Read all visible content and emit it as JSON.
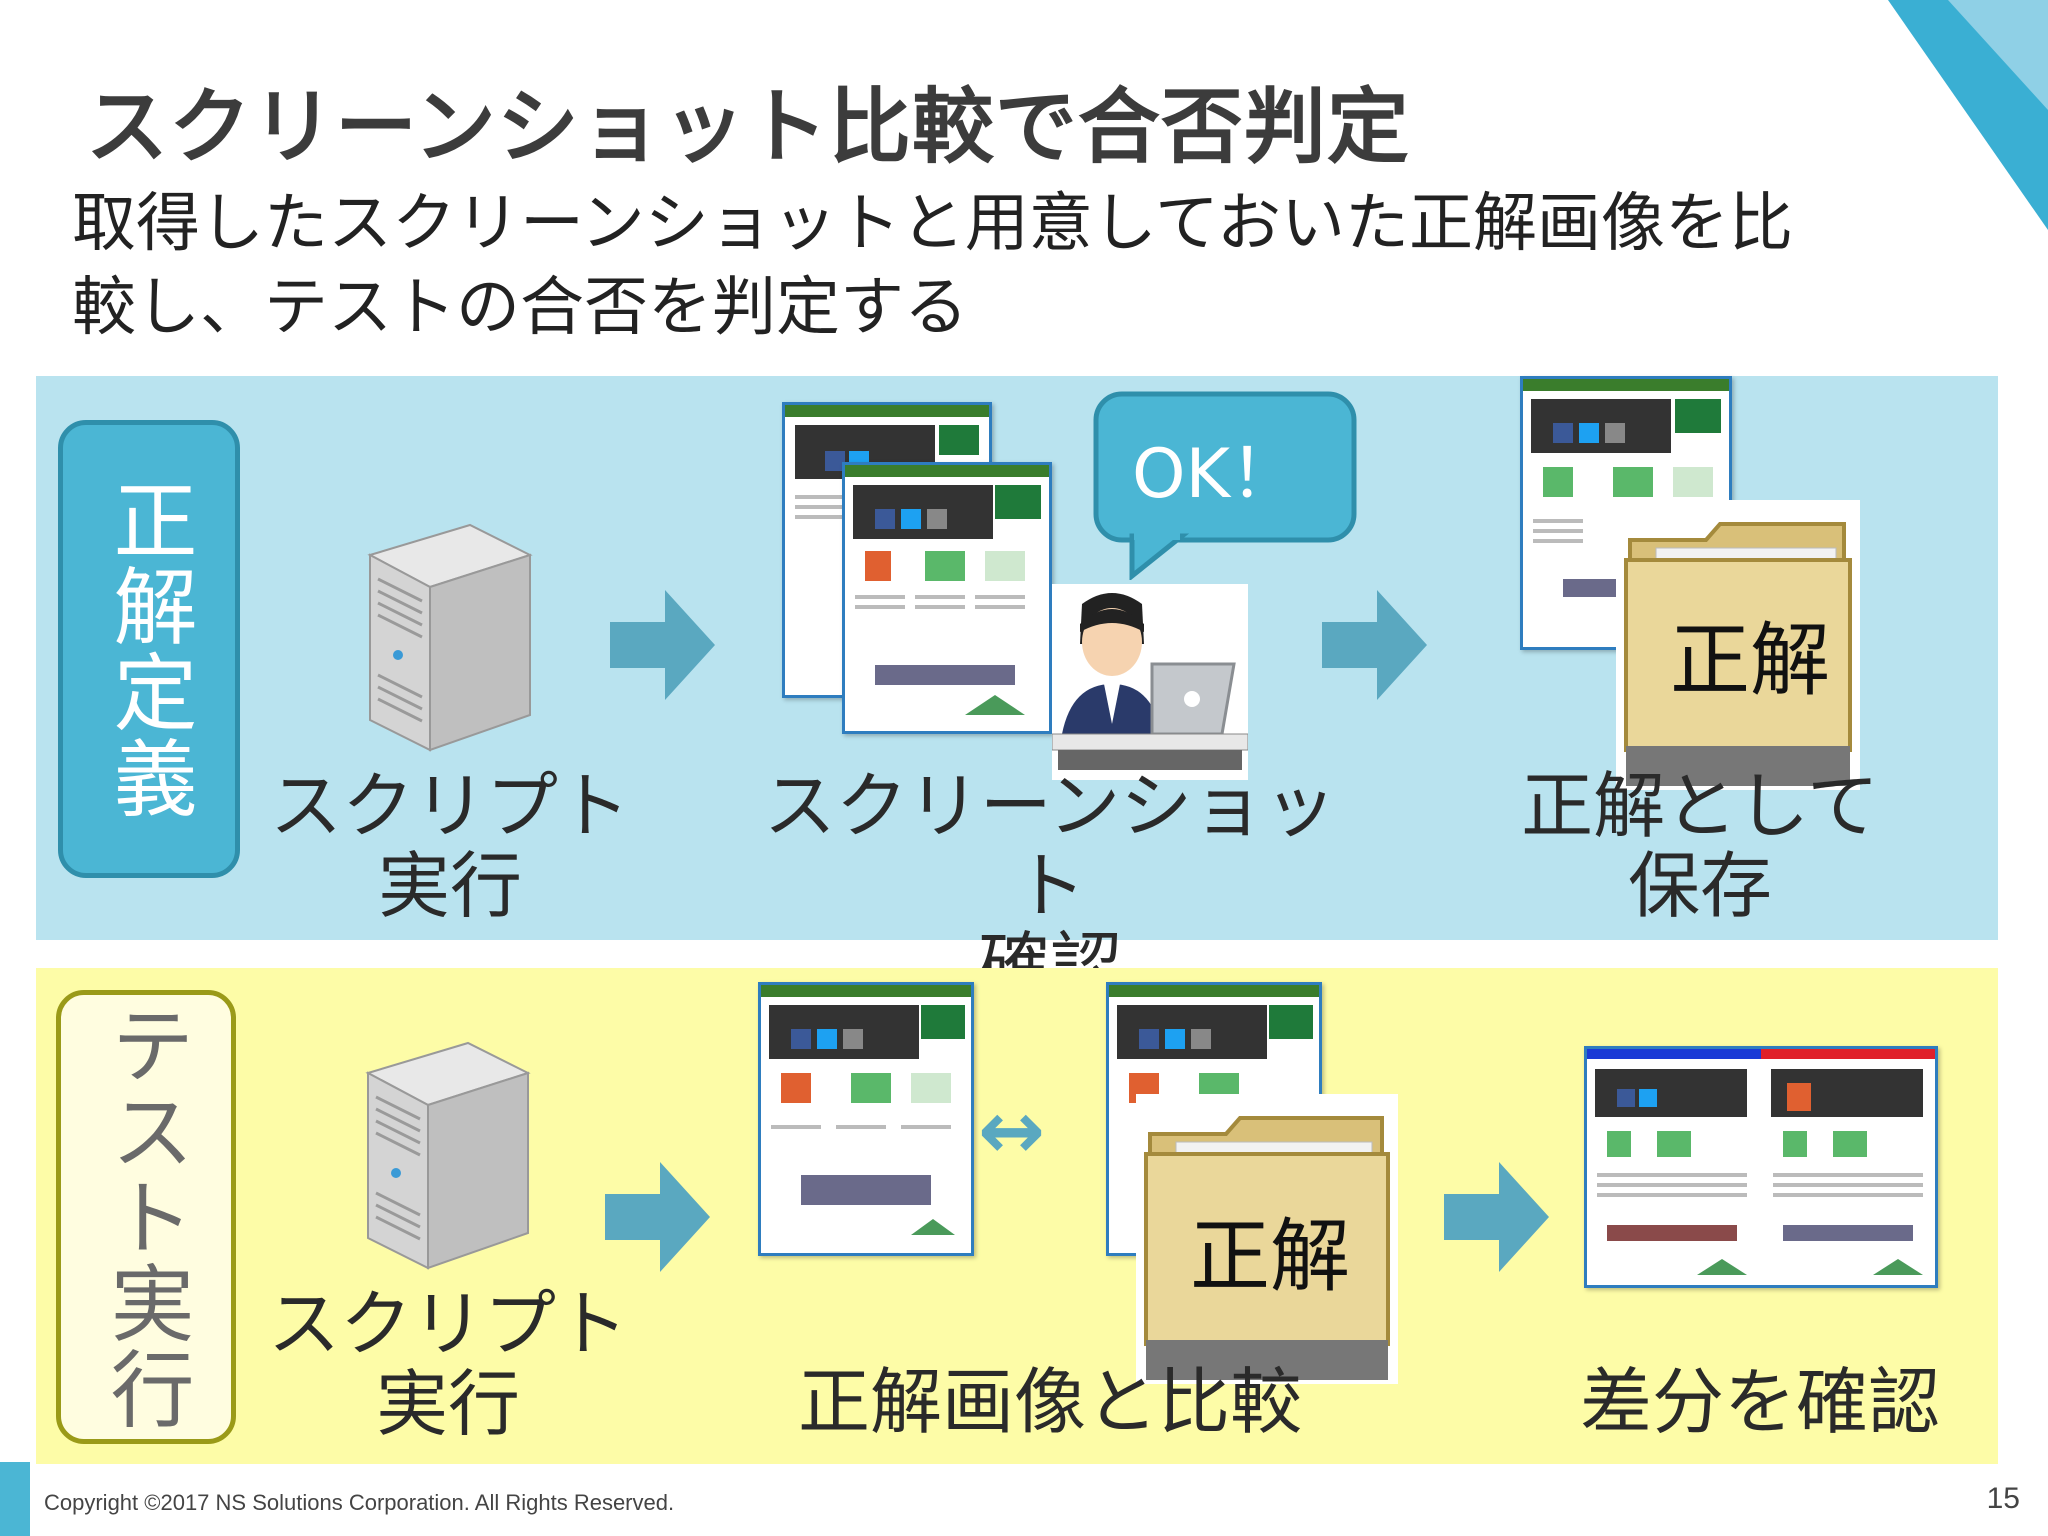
{
  "slide": {
    "title": "スクリーンショット比較で合否判定",
    "subtitle_line1": "取得したスクリーンショットと用意しておいた正解画像を比",
    "subtitle_line2": "較し、テストの合否を判定する",
    "footer": "Copyright ©2017 NS Solutions Corporation. All Rights Reserved.",
    "page_number": "15"
  },
  "definition_row": {
    "label": "正解定義",
    "step1_caption": "スクリプト\n実行",
    "step2_caption": "スクリーンショット\n確認",
    "bubble_text": "OK！",
    "step3_caption": "正解として\n保存",
    "folder_label": "正解"
  },
  "test_row": {
    "label": "テスト実行",
    "step1_caption": "スクリプト\n実行",
    "compare_symbol": "↔",
    "step2_caption": "正解画像と比較",
    "folder_label": "正解",
    "step3_caption": "差分を確認"
  },
  "colors": {
    "blue_band": "#b9e3ef",
    "yellow_band": "#fdfca7",
    "accent_blue": "#4bb6d4",
    "arrow": "#5aa8c0"
  },
  "icons": [
    "server-icon",
    "arrow-right-icon",
    "screenshot-icon",
    "speech-bubble-icon",
    "person-laptop-icon",
    "folder-icon",
    "double-arrow-icon",
    "diff-screenshot-icon"
  ]
}
